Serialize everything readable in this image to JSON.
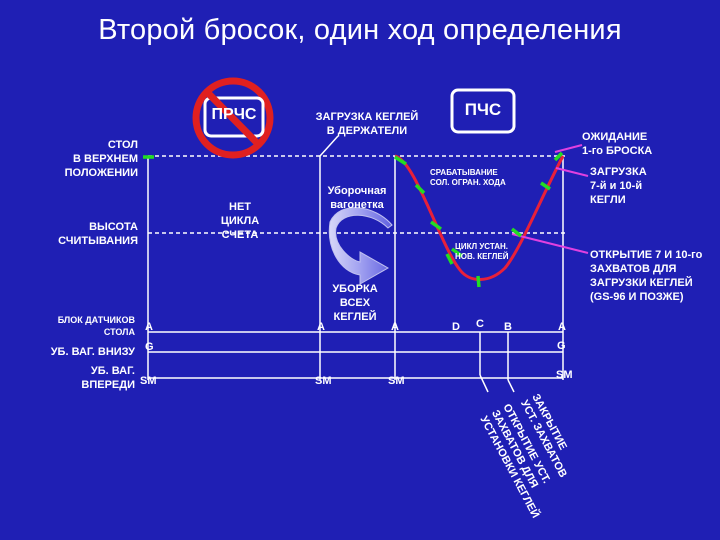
{
  "title": "Второй бросок, один ход определения",
  "colors": {
    "background": "#1f1fb4",
    "line": "#ffffff",
    "curve": "#e8203a",
    "marker": "#22dd22",
    "pointer": "#e040e0",
    "badge_fill": "#1f1fb4",
    "prohibition": "#e02020"
  },
  "badges": {
    "prchs": "ПРЧС",
    "pchs": "ПЧС"
  },
  "left_labels": {
    "table_up": [
      "СТОЛ",
      "В ВЕРХНЕМ",
      "ПОЛОЖЕНИИ"
    ],
    "read_height": [
      "ВЫСОТА",
      "СЧИТЫВАНИЯ"
    ],
    "sensor_block": [
      "БЛОК ДАТЧИКОВ",
      "СТОЛА"
    ],
    "carriage_down": "УБ. ВАГ. ВНИЗУ",
    "carriage_forward": [
      "УБ. ВАГ.",
      "ВПЕРЕДИ"
    ]
  },
  "phase_labels": {
    "no_cycle": [
      "НЕТ",
      "ЦИКЛА",
      "СЧЕТА"
    ],
    "loading_holders": [
      "ЗАГРУЗКА КЕГЛЕЙ",
      "В ДЕРЖАТЕЛИ"
    ],
    "sweep_wagon": [
      "Уборочная",
      "вагонетка"
    ],
    "sweep_all": [
      "УБОРКА",
      "ВСЕХ",
      "КЕГЛЕЙ"
    ],
    "solenoid_trigger": [
      "СРАБАТЫВАНИЕ",
      "СОЛ. ОГРАН. ХОДА"
    ],
    "set_cycle": [
      "ЦИКЛ УСТАН.",
      "НОВ. КЕГЛЕЙ"
    ]
  },
  "right_labels": {
    "waiting": [
      "ОЖИДАНИЕ",
      "1-го БРОСКА"
    ],
    "loading_pins": [
      "ЗАГРУЗКА",
      "7-й и 10-й",
      "КЕГЛИ"
    ],
    "opening_grips": [
      "ОТКРЫТИЕ 7 И 10-го",
      "ЗАХВАТОВ ДЛЯ",
      "ЗАГРУЗКИ КЕГЛЕЙ",
      "(GS-96 И ПОЗЖЕ)"
    ]
  },
  "signal_letters": {
    "a": "A",
    "g": "G",
    "sm": "SM",
    "b": "B",
    "c": "C",
    "d": "D"
  },
  "rotated_labels": {
    "close_grips": [
      "ЗАКРЫТИЕ",
      "УСТ. ЗАХВАТОВ"
    ],
    "open_grips_set": [
      "ОТКРЫТИЕ УСТ.",
      "ЗАХВАТОВ ДЛЯ",
      "УСТАНОВКИ КЕГЛЕЙ"
    ]
  }
}
